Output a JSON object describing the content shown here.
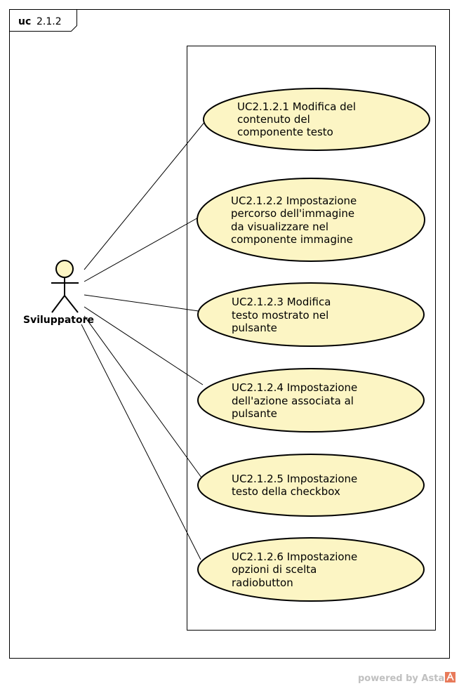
{
  "frame": {
    "keyword": "uc",
    "name": "2.1.2"
  },
  "actor": {
    "name": "Sviluppatore"
  },
  "use_cases": [
    {
      "lines": [
        "UC2.1.2.1 Modifica del",
        "contenuto del",
        "componente  testo"
      ]
    },
    {
      "lines": [
        "UC2.1.2.2 Impostazione",
        "percorso dell'immagine",
        "da visualizzare nel",
        "componente immagine"
      ]
    },
    {
      "lines": [
        "UC2.1.2.3 Modifica",
        "testo mostrato nel",
        "pulsante"
      ]
    },
    {
      "lines": [
        "UC2.1.2.4 Impostazione",
        "dell'azione associata al",
        "pulsante"
      ]
    },
    {
      "lines": [
        "UC2.1.2.5 Impostazione",
        "testo della checkbox"
      ]
    },
    {
      "lines": [
        "UC2.1.2.6 Impostazione",
        "opzioni di scelta",
        "radiobutton"
      ]
    }
  ],
  "footer": {
    "text": "powered by Astah"
  },
  "colors": {
    "use_case_fill": "#fcf5c4",
    "actor_fill": "#fcf5c4",
    "stroke": "#000000",
    "footer": "#c0c0c0",
    "logo": "#e87a5a"
  }
}
